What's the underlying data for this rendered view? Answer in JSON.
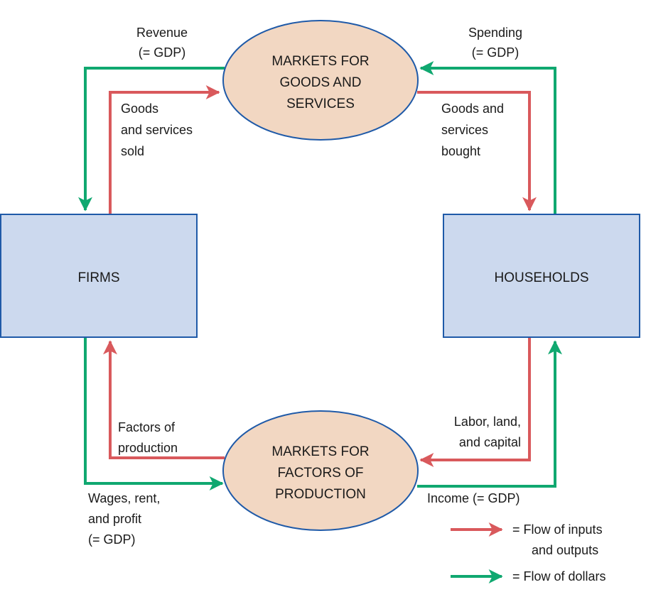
{
  "colors": {
    "inputs_flow": "#d9595c",
    "dollars_flow": "#10a870",
    "box_fill": "#ccd9ee",
    "box_stroke": "#1f5aa8",
    "ellipse_fill": "#f2d7c2",
    "ellipse_stroke": "#1f5aa8"
  },
  "firms": {
    "label": "FIRMS"
  },
  "households": {
    "label": "HOUSEHOLDS"
  },
  "goods_market": {
    "lines": [
      "MARKETS FOR",
      "GOODS AND",
      "SERVICES"
    ]
  },
  "factor_market": {
    "lines": [
      "MARKETS FOR",
      "FACTORS OF",
      "PRODUCTION"
    ]
  },
  "labels": {
    "revenue": [
      "Revenue",
      "(= GDP)"
    ],
    "spending": [
      "Spending",
      "(= GDP)"
    ],
    "goods_sold": [
      "Goods",
      "and services",
      "sold"
    ],
    "goods_bought": [
      "Goods and",
      "services",
      "bought"
    ],
    "factors_of_production": [
      "Factors of",
      "production"
    ],
    "labor_land_capital": [
      "Labor, land,",
      "and capital"
    ],
    "wages_rent_profit": [
      "Wages, rent,",
      "and profit",
      "(= GDP)"
    ],
    "income": [
      "Income (= GDP)"
    ]
  },
  "legend": {
    "inputs": [
      "= Flow of inputs",
      "and outputs"
    ],
    "dollars": [
      "= Flow of dollars"
    ]
  }
}
